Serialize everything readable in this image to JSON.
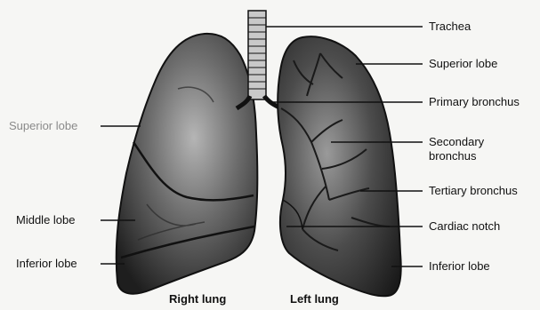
{
  "labels": {
    "trachea": "Trachea",
    "superior_lobe_left": "Superior lobe",
    "primary_bronchus": "Primary bronchus",
    "secondary_bronchus_line1": "Secondary",
    "secondary_bronchus_line2": "bronchus",
    "tertiary_bronchus": "Tertiary bronchus",
    "cardiac_notch": "Cardiac notch",
    "inferior_lobe_left": "Inferior lobe",
    "superior_lobe_right": "Superior lobe",
    "middle_lobe_right": "Middle lobe",
    "inferior_lobe_right": "Inferior lobe",
    "right_lung": "Right lung",
    "left_lung": "Left lung"
  },
  "colors": {
    "lung_dark": "#1c1c1c",
    "lung_mid": "#3a3a3a",
    "lung_light": "#8d8d8d",
    "line": "#111111",
    "background": "#f6f6f4"
  }
}
